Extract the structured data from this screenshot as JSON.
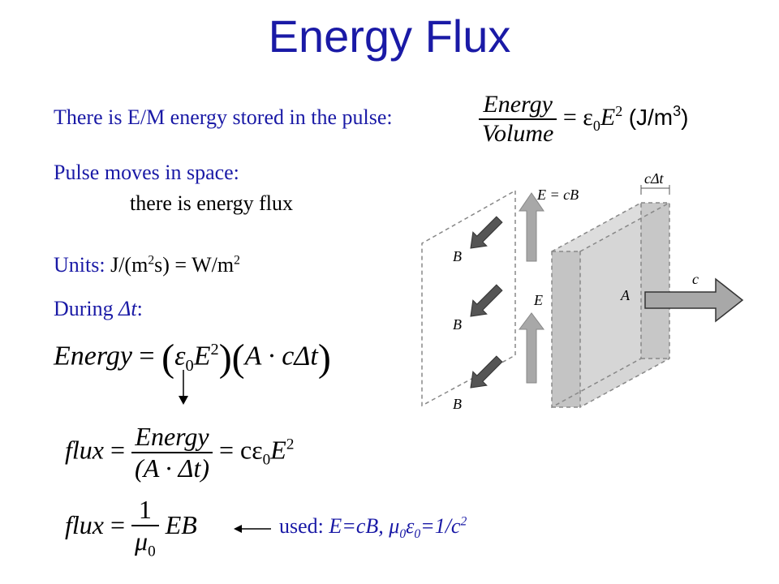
{
  "title": "Energy Flux",
  "line1": {
    "text": "There is E/M energy stored in the pulse:",
    "eq_num": "Energy",
    "eq_den": "Volume",
    "eq_rhs": "= ε",
    "eq_sub": "0",
    "eq_var": "E",
    "eq_pow": "2",
    "unit": "(J/m",
    "unit_pow": "3",
    "unit_close": ")"
  },
  "line2": {
    "text": "Pulse moves in space:",
    "sub": "there is energy flux"
  },
  "units": {
    "label": "Units:",
    "v1": "J/(m",
    "p1": "2",
    "v2": "s) = W/m",
    "p2": "2"
  },
  "during": {
    "label": "During ",
    "delta": "Δt",
    "colon": ":"
  },
  "eq1": {
    "lhs": "Energy",
    "eq": "=",
    "eps": "ε",
    "sub": "0",
    "E": "E",
    "pow": "2",
    "part2": "A · cΔt"
  },
  "eq2": {
    "lhs": "flux",
    "eq": "=",
    "num": "Energy",
    "den": "(A · Δt)",
    "rhs": "= cε",
    "sub": "0",
    "E": "E",
    "pow": "2"
  },
  "eq3": {
    "lhs": "flux",
    "eq": "=",
    "num": "1",
    "den": "μ",
    "den_sub": "0",
    "rhs": "EB"
  },
  "used": {
    "label": "used: ",
    "expr1": "E=cB, ",
    "mu": "μ",
    "mu_sub": "0",
    "eps": "ε",
    "eps_sub": "0",
    "tail": "=1/c",
    "tail_pow": "2"
  },
  "figure": {
    "label_E_cB": "E = cB",
    "label_cdt": "cΔt",
    "label_B1": "B",
    "label_B2": "B",
    "label_B3": "B",
    "label_E": "E",
    "label_A": "A",
    "label_c": "c"
  }
}
